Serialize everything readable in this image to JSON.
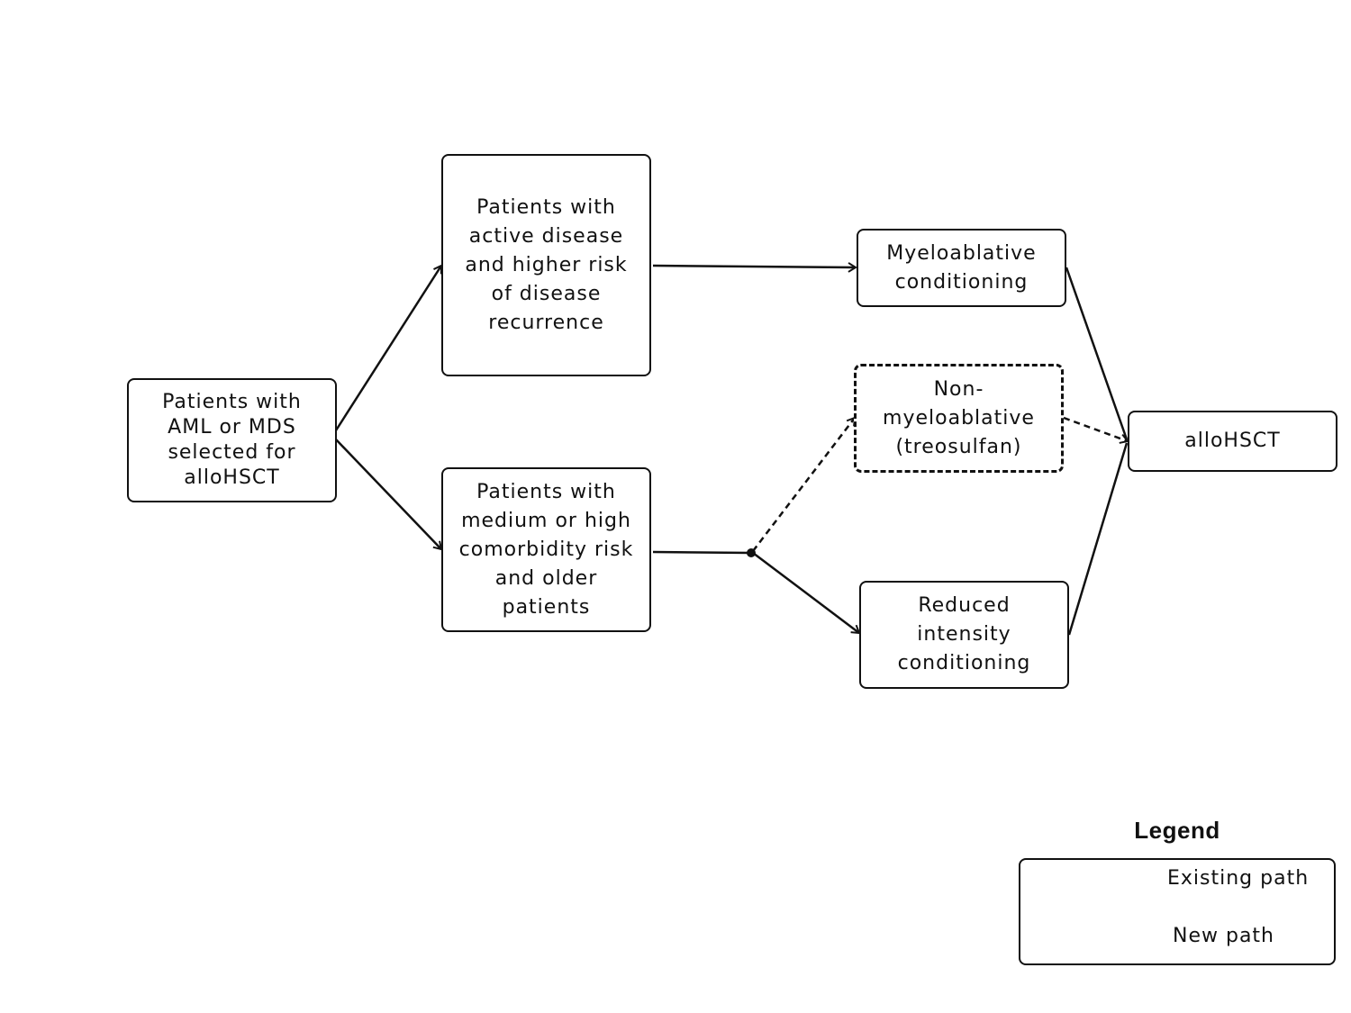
{
  "nodes": {
    "start": "Patients with\nAML or MDS\nselected for\nalloHSCT",
    "active": "Patients with\nactive disease\nand higher risk\nof disease\nrecurrence",
    "comorbidity": "Patients with\nmedium or high\ncomorbidity risk\nand older\npatients",
    "myeloablative": "Myeloablative\nconditioning",
    "non_myeloablative": "Non-\nmyeloablative\n(treosulfan)",
    "reduced_intensity": "Reduced\nintensity\nconditioning",
    "allohsct": "alloHSCT"
  },
  "legend": {
    "title": "Legend",
    "existing": "Existing path",
    "new": "New path"
  },
  "edges": [
    {
      "from": "start",
      "to": "active",
      "style": "solid"
    },
    {
      "from": "start",
      "to": "comorbidity",
      "style": "solid"
    },
    {
      "from": "active",
      "to": "myeloablative",
      "style": "solid"
    },
    {
      "from": "comorbidity",
      "to": "non_myeloablative",
      "style": "dashed"
    },
    {
      "from": "comorbidity",
      "to": "reduced_intensity",
      "style": "solid"
    },
    {
      "from": "myeloablative",
      "to": "allohsct",
      "style": "solid"
    },
    {
      "from": "non_myeloablative",
      "to": "allohsct",
      "style": "dashed"
    },
    {
      "from": "reduced_intensity",
      "to": "allohsct",
      "style": "solid"
    }
  ],
  "colors": {
    "stroke": "#111111",
    "background": "#ffffff"
  }
}
